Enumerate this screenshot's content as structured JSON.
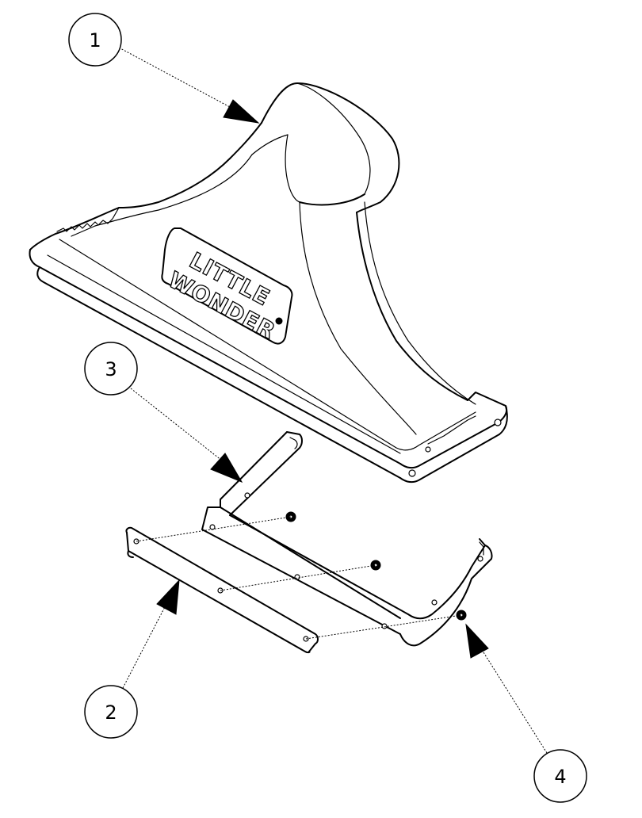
{
  "logo": {
    "line1": "LITTLE",
    "line2": "WONDER"
  },
  "callouts": [
    {
      "id": "1",
      "label": "1"
    },
    {
      "id": "2",
      "label": "2"
    },
    {
      "id": "3",
      "label": "3"
    },
    {
      "id": "4",
      "label": "4"
    }
  ],
  "colors": {
    "ink": "#000000",
    "paper": "#ffffff"
  }
}
